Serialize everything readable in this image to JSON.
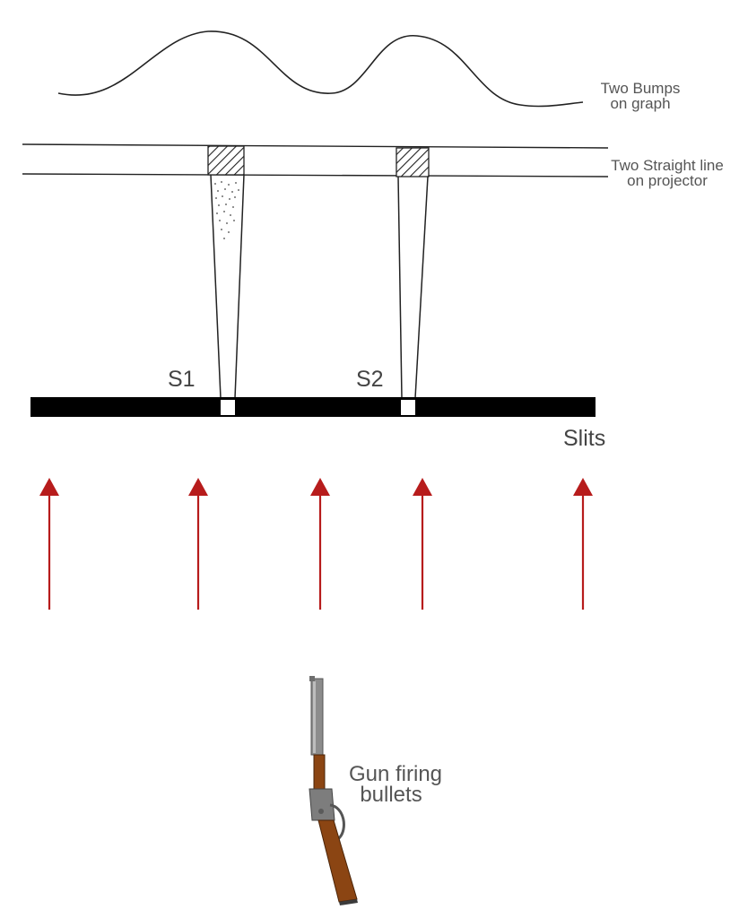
{
  "labels": {
    "graph_line1": "Two Bumps",
    "graph_line2": "on graph",
    "projector_line1": "Two Straight line",
    "projector_line2": "on projector",
    "slit_1": "S1",
    "slit_2": "S2",
    "slits": "Slits",
    "gun_line1": "Gun firing",
    "gun_line2": "bullets"
  },
  "colors": {
    "arrow": "#b71c1c",
    "barrier": "#000000",
    "line": "#222222",
    "rifle_wood": "#8b4513",
    "rifle_metal": "#8c8c8c"
  },
  "icons": {
    "gun": "rifle-icon",
    "arrows": "arrow-up-icon"
  }
}
